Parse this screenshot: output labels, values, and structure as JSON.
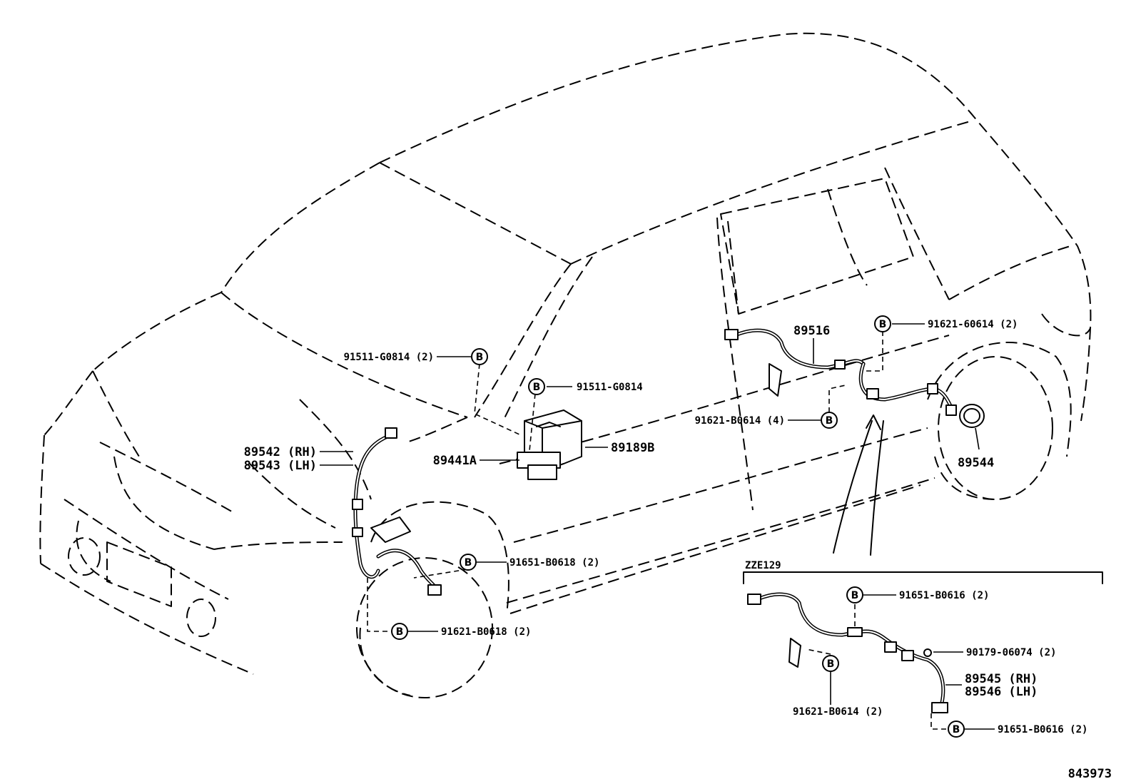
{
  "marker_letter": "B",
  "labels": {
    "l91511_2": "91511-G0814 (2)",
    "l91511": "91511-G0814",
    "l89189B": "89189B",
    "l89441A": "89441A",
    "l89542": "89542 (RH)",
    "l89543": "89543 (LH)",
    "l91651_618": "91651-B0618 (2)",
    "l91621_618": "91621-B0618 (2)",
    "l89516": "89516",
    "l91621_60614": "91621-60614 (2)",
    "l91621_b0614_4": "91621-B0614 (4)",
    "l89544": "89544",
    "zze": "ZZE129",
    "l91651_616a": "91651-B0616 (2)",
    "l90179": "90179-06074 (2)",
    "l89545": "89545 (RH)",
    "l89546": "89546 (LH)",
    "l91621_b0614_2": "91621-B0614 (2)",
    "l91651_616b": "91651-B0616 (2)",
    "ref": "843973"
  }
}
